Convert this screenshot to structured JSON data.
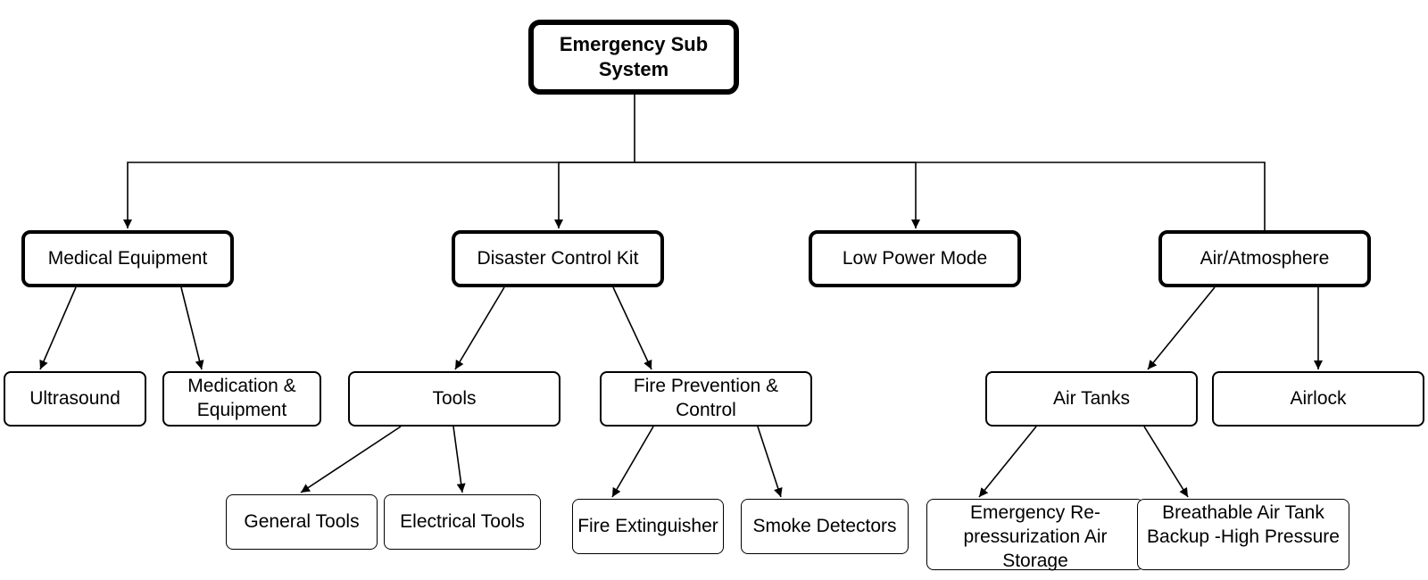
{
  "diagram": {
    "nodes": [
      {
        "id": "root",
        "label": "Emergency Sub System",
        "level": 1
      },
      {
        "id": "medical",
        "label": "Medical Equipment",
        "level": 2
      },
      {
        "id": "disaster",
        "label": "Disaster Control Kit",
        "level": 2
      },
      {
        "id": "lowpower",
        "label": "Low Power Mode",
        "level": 2
      },
      {
        "id": "air",
        "label": "Air/Atmosphere",
        "level": 2
      },
      {
        "id": "ultrasound",
        "label": "Ultrasound",
        "level": 3
      },
      {
        "id": "medication",
        "label": "Medication & Equipment",
        "level": 3
      },
      {
        "id": "tools",
        "label": "Tools",
        "level": 3
      },
      {
        "id": "fire",
        "label": "Fire Prevention & Control",
        "level": 3
      },
      {
        "id": "airtanks",
        "label": "Air Tanks",
        "level": 3
      },
      {
        "id": "airlock",
        "label": "Airlock",
        "level": 3
      },
      {
        "id": "general",
        "label": "General Tools",
        "level": 4
      },
      {
        "id": "electrical",
        "label": "Electrical Tools",
        "level": 4
      },
      {
        "id": "extinguisher",
        "label": "Fire Extinguisher",
        "level": 4
      },
      {
        "id": "smoke",
        "label": "Smoke Detectors",
        "level": 4
      },
      {
        "id": "repress",
        "label": "Emergency Re-pressurization Air Storage",
        "level": 4
      },
      {
        "id": "breathable",
        "label": "Breathable Air Tank Backup -High Pressure",
        "level": 4
      }
    ],
    "edges": [
      {
        "from": "root",
        "to": "medical"
      },
      {
        "from": "root",
        "to": "disaster"
      },
      {
        "from": "root",
        "to": "lowpower"
      },
      {
        "from": "root",
        "to": "air"
      },
      {
        "from": "medical",
        "to": "ultrasound"
      },
      {
        "from": "medical",
        "to": "medication"
      },
      {
        "from": "disaster",
        "to": "tools"
      },
      {
        "from": "disaster",
        "to": "fire"
      },
      {
        "from": "air",
        "to": "airtanks"
      },
      {
        "from": "air",
        "to": "airlock"
      },
      {
        "from": "tools",
        "to": "general"
      },
      {
        "from": "tools",
        "to": "electrical"
      },
      {
        "from": "fire",
        "to": "extinguisher"
      },
      {
        "from": "fire",
        "to": "smoke"
      },
      {
        "from": "airtanks",
        "to": "repress"
      },
      {
        "from": "airtanks",
        "to": "breathable"
      }
    ]
  }
}
